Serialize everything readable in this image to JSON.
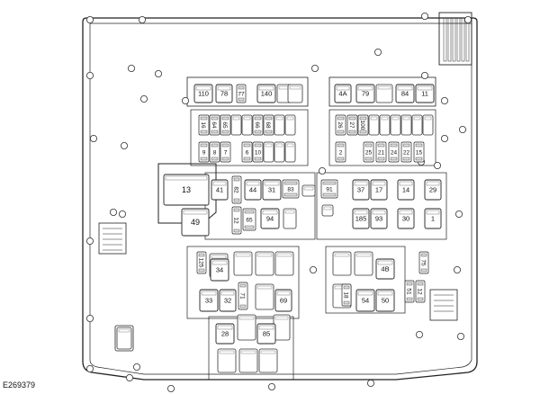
{
  "diagram": {
    "reference_code": "E269379",
    "components": [
      {
        "id": "110",
        "kind": "relay-small"
      },
      {
        "id": "78",
        "kind": "relay-small"
      },
      {
        "id": "77",
        "kind": "fuse-mini"
      },
      {
        "id": "140",
        "kind": "relay-small"
      },
      {
        "id": "4A",
        "kind": "relay-small"
      },
      {
        "id": "79",
        "kind": "relay-small"
      },
      {
        "id": "84",
        "kind": "relay-small"
      },
      {
        "id": "11",
        "kind": "relay-small"
      },
      {
        "id": "16",
        "kind": "fuse-mini"
      },
      {
        "id": "64",
        "kind": "fuse-mini"
      },
      {
        "id": "65",
        "kind": "fuse-mini"
      },
      {
        "id": "66",
        "kind": "fuse-mini"
      },
      {
        "id": "68",
        "kind": "fuse-mini"
      },
      {
        "id": "9",
        "kind": "fuse-mini"
      },
      {
        "id": "8",
        "kind": "fuse-mini"
      },
      {
        "id": "7",
        "kind": "fuse-mini"
      },
      {
        "id": "6",
        "kind": "fuse-mini"
      },
      {
        "id": "10",
        "kind": "fuse-mini"
      },
      {
        "id": "26",
        "kind": "fuse-mini"
      },
      {
        "id": "27",
        "kind": "fuse-mini"
      },
      {
        "id": "100",
        "kind": "fuse-mini"
      },
      {
        "id": "2",
        "kind": "fuse-mini"
      },
      {
        "id": "25",
        "kind": "fuse-mini"
      },
      {
        "id": "21",
        "kind": "fuse-mini"
      },
      {
        "id": "24",
        "kind": "fuse-mini"
      },
      {
        "id": "22",
        "kind": "fuse-mini"
      },
      {
        "id": "15",
        "kind": "fuse-mini"
      },
      {
        "id": "13",
        "kind": "relay-large"
      },
      {
        "id": "49",
        "kind": "relay-large"
      },
      {
        "id": "41",
        "kind": "relay-small"
      },
      {
        "id": "82",
        "kind": "fuse-mini"
      },
      {
        "id": "44",
        "kind": "relay-small"
      },
      {
        "id": "31",
        "kind": "relay-small"
      },
      {
        "id": "83",
        "kind": "fuse-mini"
      },
      {
        "id": "91",
        "kind": "fuse-mini"
      },
      {
        "id": "37",
        "kind": "relay-small"
      },
      {
        "id": "17",
        "kind": "relay-small"
      },
      {
        "id": "14",
        "kind": "relay-small"
      },
      {
        "id": "29",
        "kind": "relay-small"
      },
      {
        "id": "12",
        "kind": "fuse-mini"
      },
      {
        "id": "65",
        "kind": "fuse-mini"
      },
      {
        "id": "94",
        "kind": "relay-small"
      },
      {
        "id": "185",
        "kind": "relay-small"
      },
      {
        "id": "93",
        "kind": "relay-small"
      },
      {
        "id": "30",
        "kind": "relay-small"
      },
      {
        "id": "1",
        "kind": "relay-small"
      },
      {
        "id": "125",
        "kind": "fuse-mini"
      },
      {
        "id": "34",
        "kind": "relay-small"
      },
      {
        "id": "33",
        "kind": "relay-small"
      },
      {
        "id": "32",
        "kind": "relay-small"
      },
      {
        "id": "71",
        "kind": "fuse-mini"
      },
      {
        "id": "69",
        "kind": "relay-small"
      },
      {
        "id": "28",
        "kind": "relay-small"
      },
      {
        "id": "85",
        "kind": "relay-small"
      },
      {
        "id": "4B",
        "kind": "relay-small"
      },
      {
        "id": "18",
        "kind": "fuse-mini"
      },
      {
        "id": "54",
        "kind": "relay-small"
      },
      {
        "id": "50",
        "kind": "relay-small"
      },
      {
        "id": "75",
        "kind": "fuse-mini"
      },
      {
        "id": "51",
        "kind": "fuse-mini"
      },
      {
        "id": "12",
        "kind": "fuse-mini"
      }
    ]
  }
}
